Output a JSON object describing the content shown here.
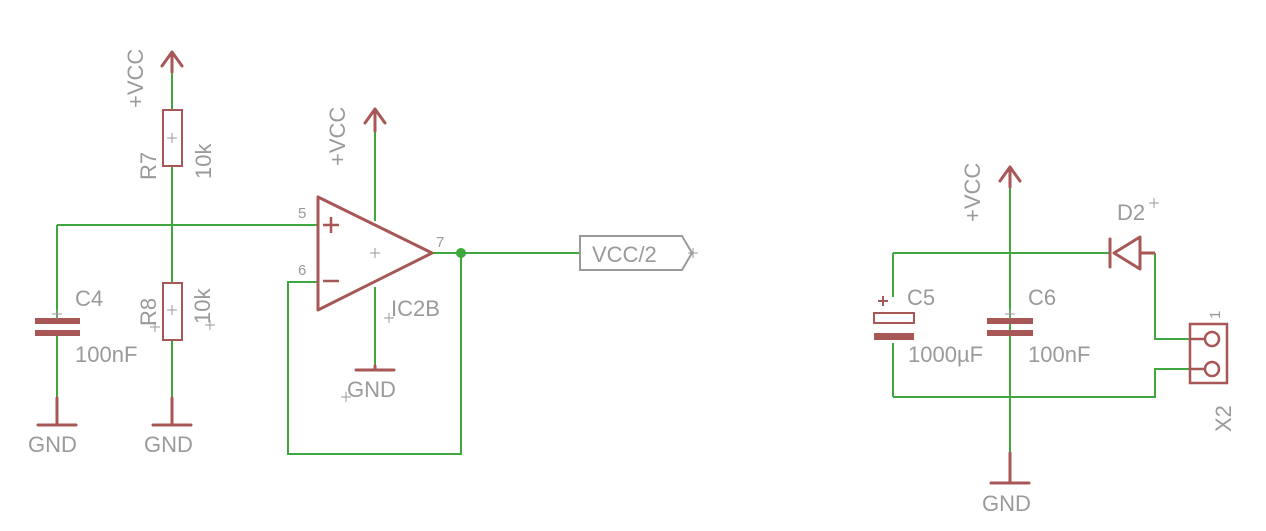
{
  "colors": {
    "wire": "#3ea83e",
    "symbol": "#a85757",
    "text": "#9a9a9a",
    "background": "#ffffff"
  },
  "components": {
    "r7": {
      "name": "R7",
      "value": "10k"
    },
    "r8": {
      "name": "R8",
      "value": "10k"
    },
    "c4": {
      "name": "C4",
      "value": "100nF"
    },
    "c5": {
      "name": "C5",
      "value": "1000µF"
    },
    "c6": {
      "name": "C6",
      "value": "100nF"
    },
    "ic2b": {
      "name": "IC2B",
      "pin_plus": "5",
      "pin_minus": "6",
      "pin_out": "7"
    },
    "d2": {
      "name": "D2"
    },
    "x2": {
      "name": "X2",
      "pin1": "1"
    }
  },
  "supplies": {
    "vcc": "+VCC",
    "gnd": "GND"
  },
  "net_label": "VCC/2"
}
